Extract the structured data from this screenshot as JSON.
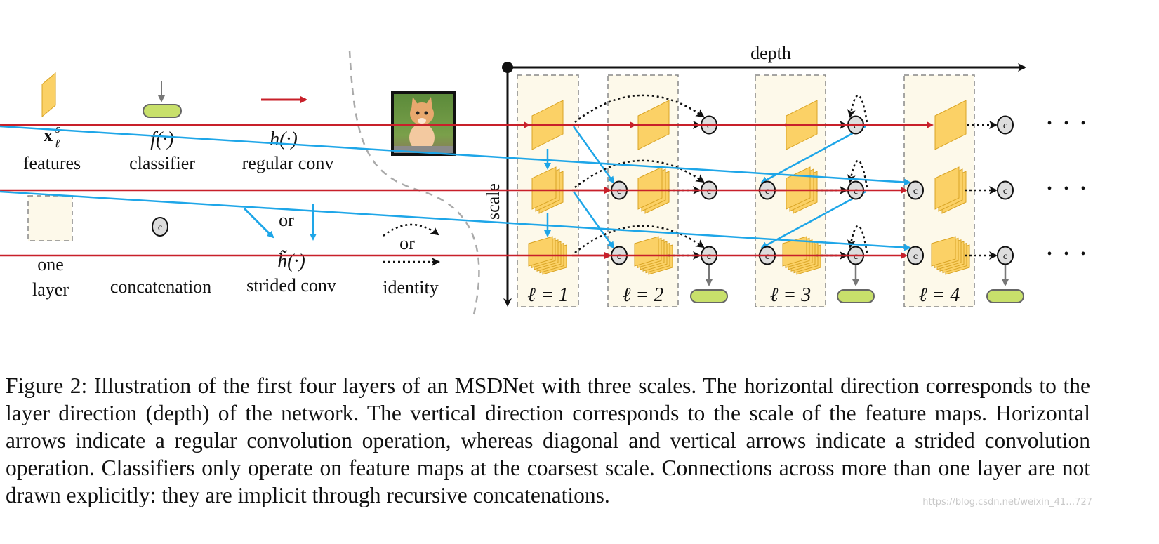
{
  "legend": {
    "features_symbol": "x",
    "features_sup": "s",
    "features_sub": "ℓ",
    "features_label": "features",
    "classifier_symbol": "f(·)",
    "classifier_label": "classifier",
    "regular_symbol": "h(·)",
    "regular_label": "regular conv",
    "layer_label_1": "one",
    "layer_label_2": "layer",
    "concat_glyph": "c",
    "concat_label": "concatenation",
    "or_label": "or",
    "strided_symbol": "h̃(·)",
    "strided_label": "strided conv",
    "identity_label": "identity"
  },
  "diagram": {
    "depth_label": "depth",
    "scale_label": "scale",
    "layer_labels": [
      "ℓ = 1",
      "ℓ = 2",
      "ℓ = 3",
      "ℓ = 4"
    ],
    "ellipsis": "• • •",
    "colors": {
      "feature_fill": "#fbd166",
      "feature_stroke": "#d9a424",
      "classifier_fill": "#c8e06b",
      "regular_conv": "#c8202a",
      "strided_conv": "#1ea6e8",
      "layer_bg": "#fdf9ea"
    }
  },
  "caption": {
    "text": "Figure 2: Illustration of the first four layers of an MSDNet with three scales. The horizontal direction corresponds to the layer direction (depth) of the network. The vertical direction corresponds to the scale of the feature maps. Horizontal arrows indicate a regular convolution operation, whereas diagonal and vertical arrows indicate a strided convolution operation. Classifiers only operate on feature maps at the coarsest scale. Connections across more than one layer are not drawn explicitly: they are implicit through recursive concatenations."
  },
  "watermark": "https://blog.csdn.net/weixin_41…727"
}
